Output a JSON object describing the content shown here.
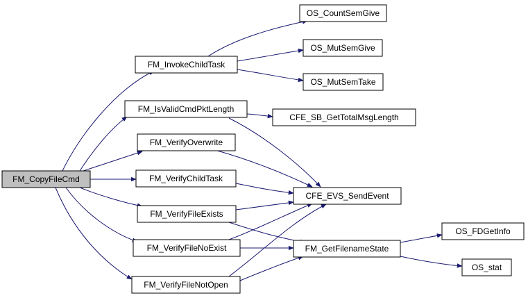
{
  "colors": {
    "root_fill": "#bfbfbf",
    "node_fill": "#ffffff",
    "edge": "#191970",
    "border": "#000000"
  },
  "nodes": {
    "copy_file_cmd": "FM_CopyFileCmd",
    "invoke_child_task": "FM_InvokeChildTask",
    "is_valid_cmd_pkt_length": "FM_IsValidCmdPktLength",
    "verify_overwrite": "FM_VerifyOverwrite",
    "verify_child_task": "FM_VerifyChildTask",
    "verify_file_exists": "FM_VerifyFileExists",
    "verify_file_no_exist": "FM_VerifyFileNoExist",
    "verify_file_not_open": "FM_VerifyFileNotOpen",
    "os_count_sem_give": "OS_CountSemGive",
    "os_mut_sem_give": "OS_MutSemGive",
    "os_mut_sem_take": "OS_MutSemTake",
    "cfe_sb_get_total_msg_length": "CFE_SB_GetTotalMsgLength",
    "cfe_evs_send_event": "CFE_EVS_SendEvent",
    "fm_get_filename_state": "FM_GetFilenameState",
    "os_fd_get_info": "OS_FDGetInfo",
    "os_stat": "OS_stat"
  }
}
